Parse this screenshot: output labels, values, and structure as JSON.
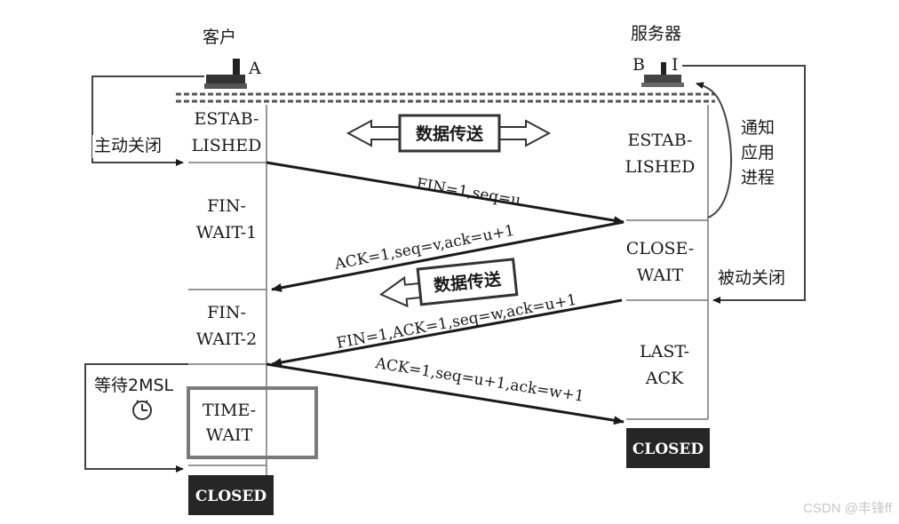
{
  "client": {
    "title": "客户",
    "letter": "A"
  },
  "server": {
    "title": "服务器",
    "letter_b": "B",
    "letter_i": "I"
  },
  "client_states": {
    "estab_1": "ESTAB-",
    "estab_2": "LISHED",
    "fin_wait1_1": "FIN-",
    "fin_wait1_2": "WAIT-1",
    "fin_wait2_1": "FIN-",
    "fin_wait2_2": "WAIT-2",
    "time_wait_1": "TIME-",
    "time_wait_2": "WAIT",
    "closed": "CLOSED"
  },
  "server_states": {
    "estab_1": "ESTAB-",
    "estab_2": "LISHED",
    "close_wait_1": "CLOSE-",
    "close_wait_2": "WAIT",
    "last_ack_1": "LAST-",
    "last_ack_2": "ACK",
    "closed": "CLOSED"
  },
  "side_labels": {
    "active_close": "主动关闭",
    "passive_close": "被动关闭",
    "notify_1": "通知",
    "notify_2": "应用",
    "notify_3": "进程",
    "wait_2msl": "等待2MSL"
  },
  "data_transfer_1": "数据传送",
  "data_transfer_2": "数据传送",
  "messages": {
    "fin_client": "FIN=1,seq=u",
    "ack_server": "ACK=1,seq=v,ack=u+1",
    "fin_server": "FIN=1,ACK=1,seq=w,ack=u+1",
    "ack_client": "ACK=1,seq=u+1,ack=w+1"
  },
  "watermark": "CSDN @丰锋ff"
}
